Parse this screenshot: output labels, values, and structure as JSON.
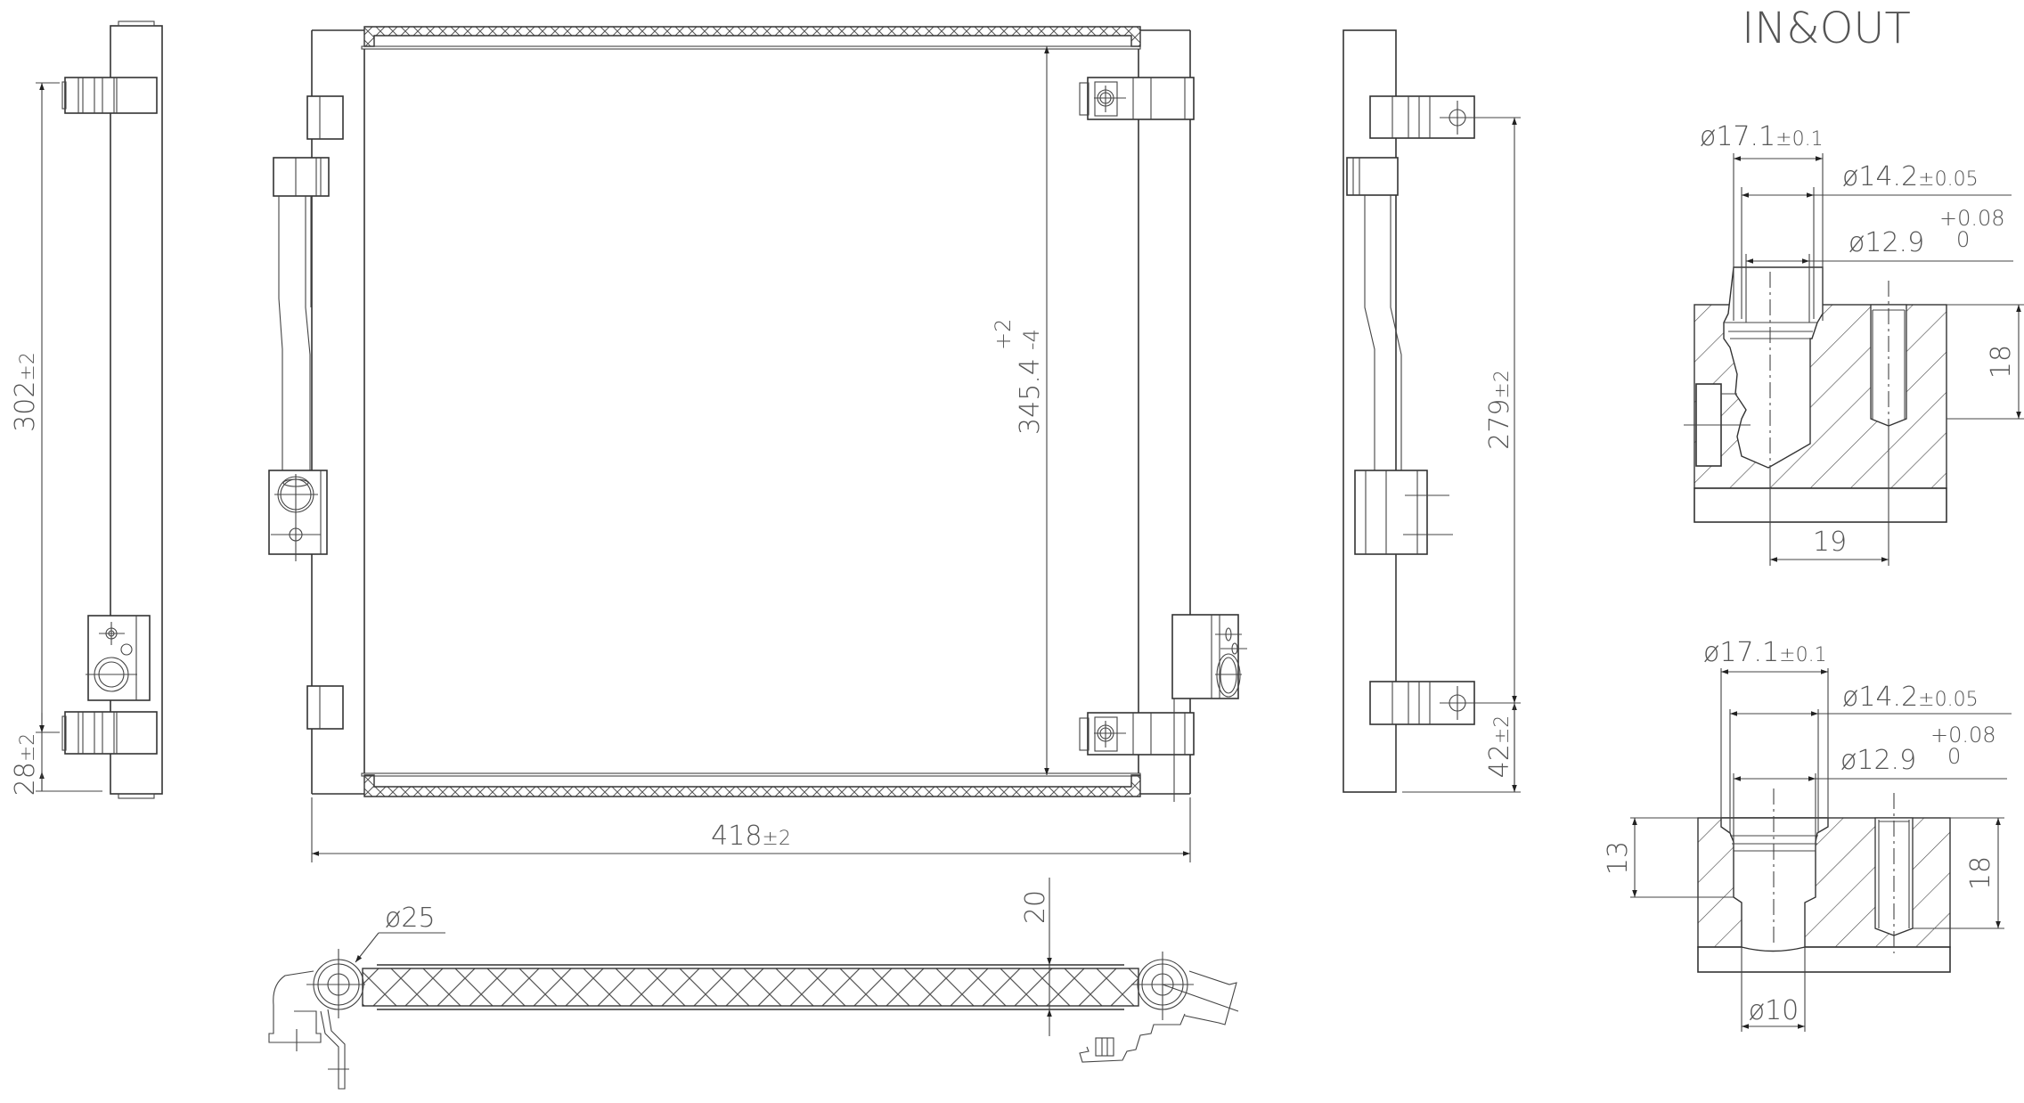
{
  "drawing": {
    "title": "IN&OUT",
    "background": "#ffffff",
    "line_color": "#333333",
    "text_color": "#555555"
  },
  "side_view_left": {
    "dim_height": {
      "value": "302",
      "tol": "±2"
    },
    "dim_bottom": {
      "value": "28",
      "tol": "±2"
    }
  },
  "front_view": {
    "dim_width": {
      "value": "418",
      "tol": "±2"
    },
    "dim_height": {
      "value": "345.4",
      "tol_upper": "+2",
      "tol_lower": "-4"
    }
  },
  "side_view_right": {
    "dim_height": {
      "value": "279",
      "tol": "±2"
    },
    "dim_bottom": {
      "value": "42",
      "tol": "±2"
    }
  },
  "top_view": {
    "dim_pipe": {
      "symbol": "ø",
      "value": "25"
    },
    "dim_thickness": {
      "value": "20"
    }
  },
  "detail_in": {
    "d1": {
      "symbol": "ø",
      "value": "17.1",
      "tol": "±0.1"
    },
    "d2": {
      "symbol": "ø",
      "value": "14.2",
      "tol": "±0.05"
    },
    "d3": {
      "symbol": "ø",
      "value": "12.9",
      "tol_upper": "+0.08",
      "tol_lower": "0"
    },
    "depth": {
      "value": "18"
    },
    "offset": {
      "value": "19"
    }
  },
  "detail_out": {
    "d1": {
      "symbol": "ø",
      "value": "17.1",
      "tol": "±0.1"
    },
    "d2": {
      "symbol": "ø",
      "value": "14.2",
      "tol": "±0.05"
    },
    "d3": {
      "symbol": "ø",
      "value": "12.9",
      "tol_upper": "+0.08",
      "tol_lower": "0"
    },
    "bore": {
      "symbol": "ø",
      "value": "10"
    },
    "counterbore_depth": {
      "value": "13"
    },
    "depth": {
      "value": "18"
    }
  }
}
